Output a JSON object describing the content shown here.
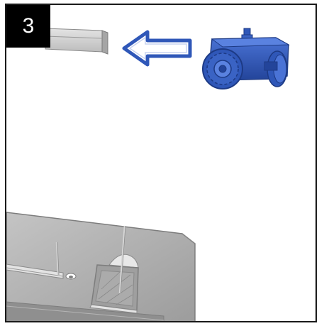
{
  "step": {
    "number": "3"
  },
  "illustration": {
    "parts": [
      "square-tube",
      "direction-arrow",
      "blue-caster-wheel",
      "base-plate",
      "pin",
      "bracket"
    ],
    "colors": {
      "caster_blue": "#2f57b8",
      "caster_dark": "#1d3a85",
      "arrow_outline": "#2f57b8",
      "base_gray": "#a9a9a9",
      "tube_gray": "#c9c9c9"
    }
  }
}
